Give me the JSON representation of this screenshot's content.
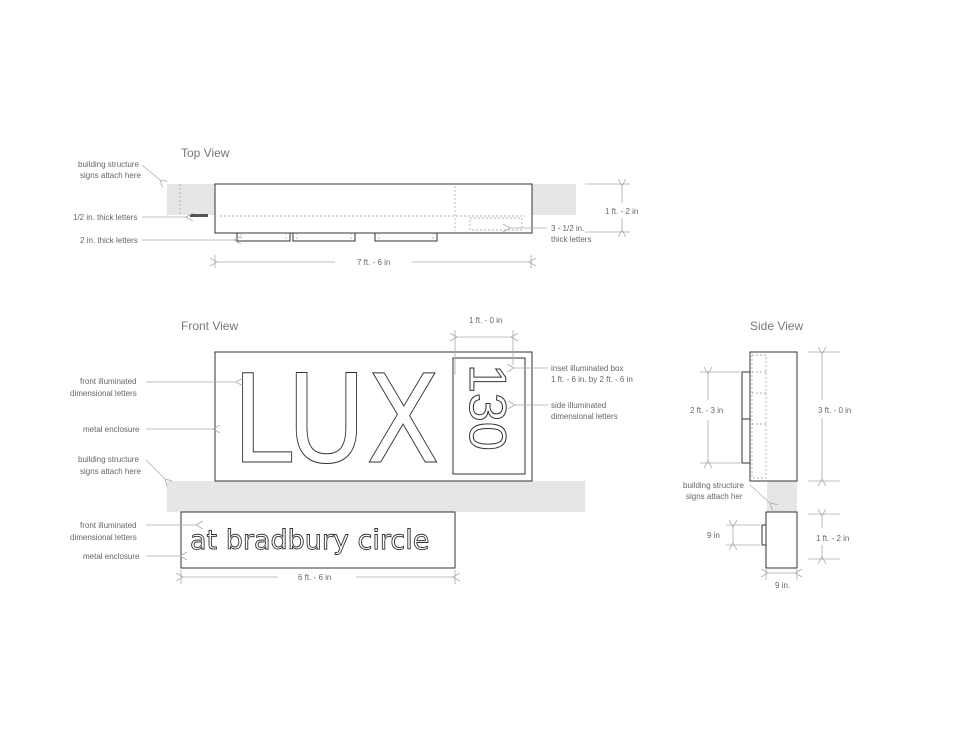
{
  "top_view": {
    "title": "Top View",
    "building_label": [
      "building structure",
      "signs attach here"
    ],
    "half_inch_label": "1/2 in. thick letters",
    "two_inch_label": "2 in. thick letters",
    "three_half_label": [
      "3 - 1/2  in.",
      "thick letters"
    ],
    "depth_dim": "1 ft. - 2 in",
    "width_dim": "7 ft. - 6 in"
  },
  "front_view": {
    "title": "Front View",
    "front_letters_label": [
      "front illuminated",
      "dimensional  letters"
    ],
    "enclosure_label": "metal enclosure",
    "building_label": [
      "building structure",
      "signs attach here"
    ],
    "inset_width_dim": "1 ft. - 0 in",
    "inset_box_label": [
      "inset illuminated box",
      "1 ft. - 6 in. by 2 ft. - 6 in"
    ],
    "side_letters_label": [
      "side illuminated",
      "dimensional letters"
    ],
    "main_sign_text": "LUX",
    "inset_number": "130",
    "lower_sign_text": "at bradbury circle",
    "lower_front_letters_label": [
      "front illuminated",
      "dimensional  letters"
    ],
    "lower_enclosure_label": "metal enclosure",
    "lower_width_dim": "6 ft. - 6 in"
  },
  "side_view": {
    "title": "Side View",
    "letter_height_dim": "2 ft. - 3 in",
    "total_height_dim": "3 ft. - 0 in",
    "building_label": [
      "building structure",
      "signs attach her"
    ],
    "lower_letter_dim": "9 in",
    "lower_height_dim": "1 ft. - 2 in",
    "lower_depth_dim": "9 in."
  }
}
